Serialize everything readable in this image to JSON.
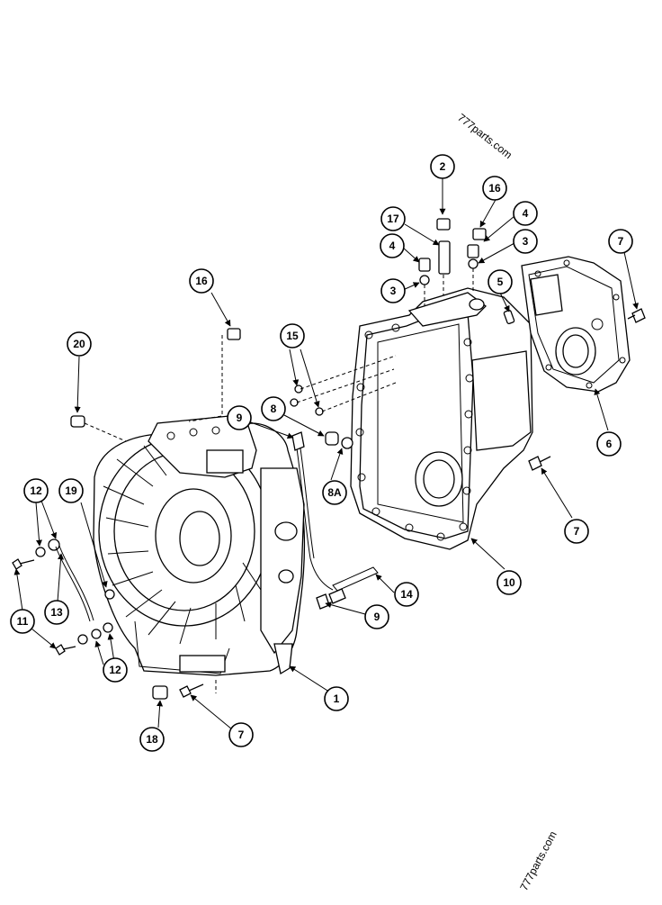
{
  "watermarks": [
    "777parts.com",
    "777parts.com"
  ],
  "callouts": [
    {
      "label": "1"
    },
    {
      "label": "2"
    },
    {
      "label": "3"
    },
    {
      "label": "3"
    },
    {
      "label": "4"
    },
    {
      "label": "4"
    },
    {
      "label": "5"
    },
    {
      "label": "6"
    },
    {
      "label": "7"
    },
    {
      "label": "7"
    },
    {
      "label": "7"
    },
    {
      "label": "8"
    },
    {
      "label": "8A"
    },
    {
      "label": "9"
    },
    {
      "label": "9"
    },
    {
      "label": "10"
    },
    {
      "label": "11"
    },
    {
      "label": "12"
    },
    {
      "label": "12"
    },
    {
      "label": "13"
    },
    {
      "label": "14"
    },
    {
      "label": "15"
    },
    {
      "label": "16"
    },
    {
      "label": "16"
    },
    {
      "label": "17"
    },
    {
      "label": "18"
    },
    {
      "label": "19"
    },
    {
      "label": "20"
    }
  ]
}
